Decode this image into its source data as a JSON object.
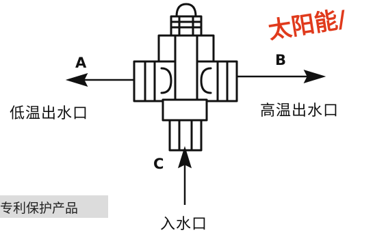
{
  "banner": {
    "text": "太阳能/",
    "color": "#e03a1c"
  },
  "ports": {
    "a": {
      "letter": "A",
      "label": "低温出水口"
    },
    "b": {
      "letter": "B",
      "label": "高温出水口"
    },
    "c": {
      "letter": "C",
      "label": "入水口"
    }
  },
  "badge": {
    "text": "专利保护产品"
  }
}
